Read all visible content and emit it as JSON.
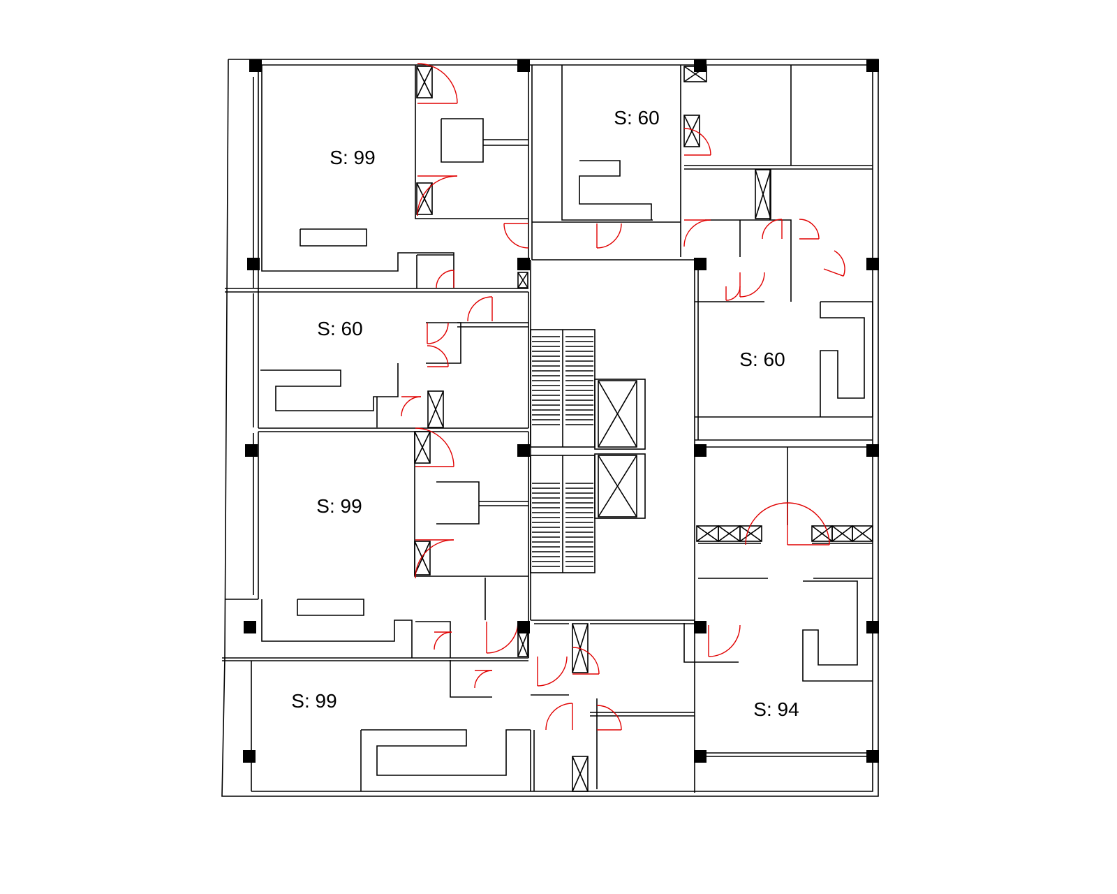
{
  "plan": {
    "units": [
      {
        "label": "S: 99"
      },
      {
        "label": "S: 60"
      },
      {
        "label": "S: 60"
      },
      {
        "label": "S: 60"
      },
      {
        "label": "S: 99"
      },
      {
        "label": "S: 99"
      },
      {
        "label": "S: 94"
      }
    ],
    "colors": {
      "walls": "#000000",
      "doors": "#e00000",
      "columns": "#000000"
    }
  }
}
